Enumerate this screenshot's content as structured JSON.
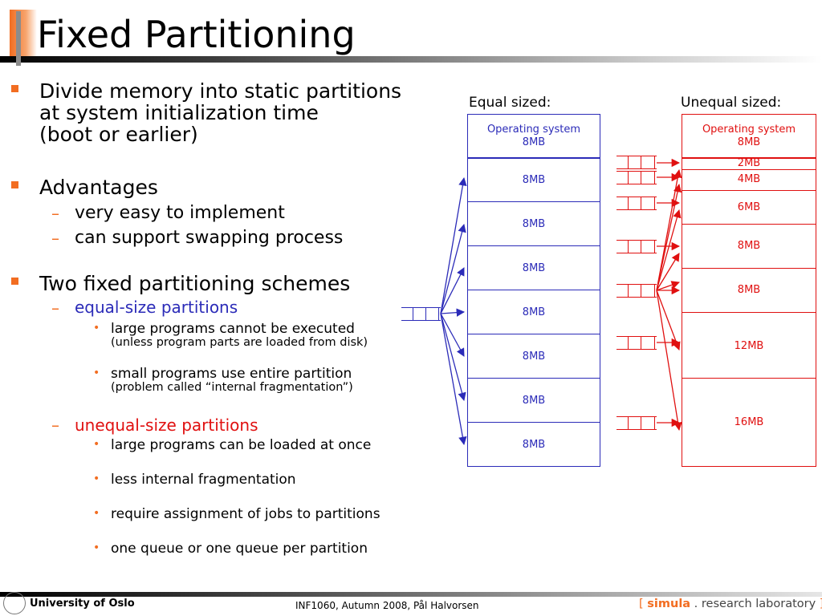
{
  "title": "Fixed Partitioning",
  "bullets": {
    "b1_line1": "Divide memory into static partitions",
    "b1_line2": "at system initialization time",
    "b1_line3": "(boot or earlier)",
    "b2": "Advantages",
    "b2_s1": "very easy to implement",
    "b2_s2": "can support swapping process",
    "b3": "Two fixed partitioning schemes",
    "b3_s1": "equal-size partitions",
    "b3_s1_p1": "large programs cannot be executed",
    "b3_s1_p1_note": "(unless program parts are loaded from disk)",
    "b3_s1_p2": "small programs use entire partition",
    "b3_s1_p2_note": "(problem called “internal fragmentation”)",
    "b3_s2": "unequal-size partitions",
    "b3_s2_p1": "large programs can be loaded at once",
    "b3_s2_p2": "less internal fragmentation",
    "b3_s2_p3": "require assignment of jobs to partitions",
    "b3_s2_p4": "one queue or one queue per partition"
  },
  "diagram": {
    "equal_label": "Equal sized:",
    "unequal_label": "Unequal sized:",
    "equal_os_line1": "Operating system",
    "equal_os_line2": "8MB",
    "equal_partitions": [
      "8MB",
      "8MB",
      "8MB",
      "8MB",
      "8MB",
      "8MB",
      "8MB"
    ],
    "unequal_os_line1": "Operating system",
    "unequal_os_line2": "8MB",
    "unequal_partitions": [
      "2MB",
      "4MB",
      "6MB",
      "8MB",
      "8MB",
      "12MB",
      "16MB"
    ],
    "colors": {
      "equal": "#2b2bb8",
      "unequal": "#e01010",
      "accent": "#f26d21"
    }
  },
  "footer": {
    "university": "University of Oslo",
    "course": "INF1060,  Autumn 2008,  Pål Halvorsen",
    "lab_open": "[",
    "lab_simula": "simula",
    "lab_rest": " . research laboratory ",
    "lab_close": "]"
  }
}
